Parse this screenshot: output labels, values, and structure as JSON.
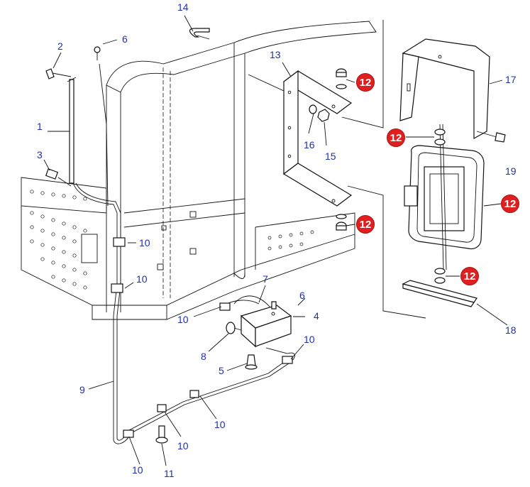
{
  "diagram": {
    "callouts": [
      {
        "id": "c1",
        "label": "1"
      },
      {
        "id": "c2",
        "label": "2"
      },
      {
        "id": "c3",
        "label": "3"
      },
      {
        "id": "c4",
        "label": "4"
      },
      {
        "id": "c5",
        "label": "5"
      },
      {
        "id": "c6a",
        "label": "6"
      },
      {
        "id": "c6b",
        "label": "6"
      },
      {
        "id": "c7",
        "label": "7"
      },
      {
        "id": "c8",
        "label": "8"
      },
      {
        "id": "c9",
        "label": "9"
      },
      {
        "id": "c10a",
        "label": "10"
      },
      {
        "id": "c10b",
        "label": "10"
      },
      {
        "id": "c10c",
        "label": "10"
      },
      {
        "id": "c10d",
        "label": "10"
      },
      {
        "id": "c10e",
        "label": "10"
      },
      {
        "id": "c10f",
        "label": "10"
      },
      {
        "id": "c10g",
        "label": "10"
      },
      {
        "id": "c11",
        "label": "11"
      },
      {
        "id": "c13",
        "label": "13"
      },
      {
        "id": "c14",
        "label": "14"
      },
      {
        "id": "c15",
        "label": "15"
      },
      {
        "id": "c16",
        "label": "16"
      },
      {
        "id": "c17",
        "label": "17"
      },
      {
        "id": "c18",
        "label": "18"
      },
      {
        "id": "c19",
        "label": "19"
      }
    ],
    "badges": [
      {
        "id": "b1",
        "label": "12"
      },
      {
        "id": "b2",
        "label": "12"
      },
      {
        "id": "b3",
        "label": "12"
      },
      {
        "id": "b4",
        "label": "12"
      },
      {
        "id": "b5",
        "label": "12"
      }
    ],
    "colors": {
      "callout_text": "#1e2fb3",
      "badge_fill": "#e02020",
      "line": "#111111"
    }
  }
}
